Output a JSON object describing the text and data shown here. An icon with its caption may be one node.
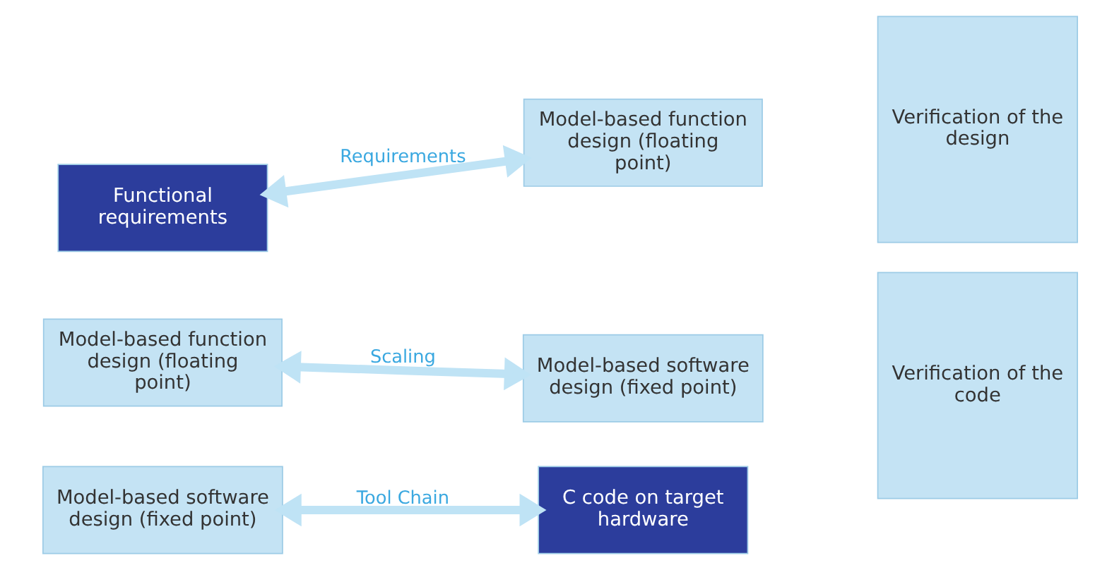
{
  "diagram": {
    "nodes": [
      {
        "text": [
          "Functional requirements"
        ]
      },
      {
        "text": [
          "Model-based function design (floating point)"
        ]
      },
      {
        "text": [
          "Model-based function design (floating point)"
        ]
      },
      {
        "text": [
          "Model-based software design (fixed point)"
        ]
      },
      {
        "text": [
          "Model-based software design (fixed point)"
        ]
      },
      {
        "text": [
          "C code on target hardware"
        ]
      },
      {
        "text": [
          "Verification of the design"
        ]
      },
      {
        "text": [
          "Verification of the code"
        ]
      }
    ],
    "edges": [
      {
        "from": 0,
        "to": 1,
        "arrow": "both",
        "label": "Requirements"
      },
      {
        "from": 2,
        "to": 3,
        "arrow": "both",
        "label": "Scaling"
      },
      {
        "from": 4,
        "to": 5,
        "arrow": "both",
        "label": "Tool Chain"
      }
    ]
  }
}
